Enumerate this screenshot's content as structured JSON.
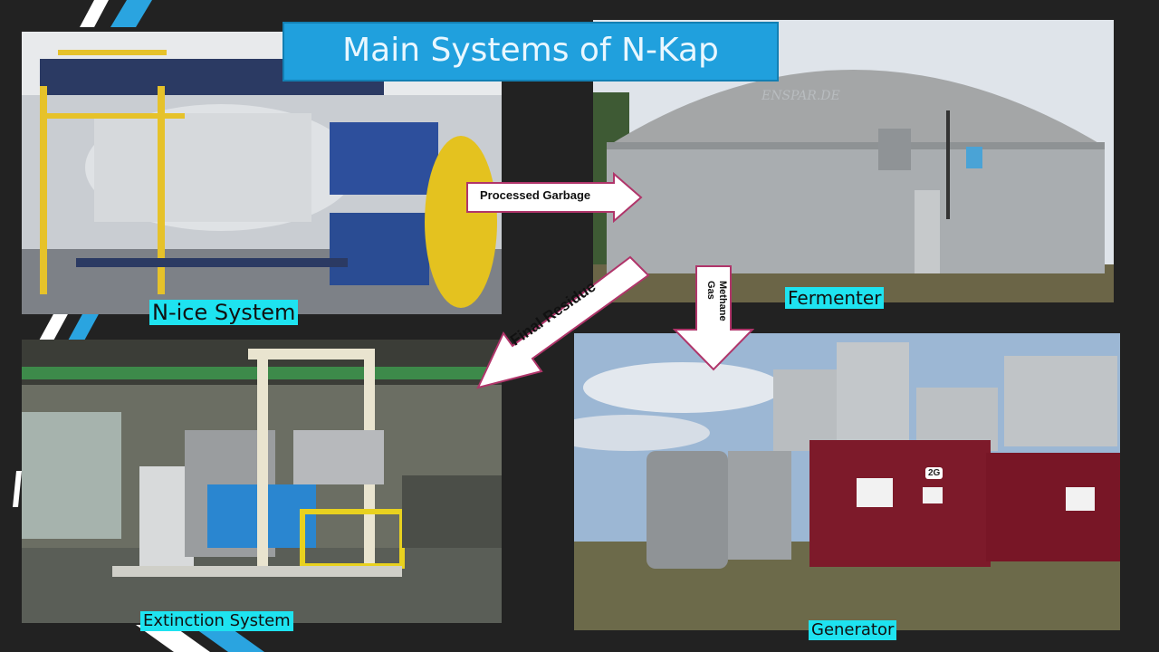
{
  "title": "Main Systems of N-Kap",
  "photos": {
    "nice": {
      "caption": "N-ice System"
    },
    "fermenter": {
      "caption": "Fermenter",
      "sign": "ENSPAR.DE"
    },
    "extinction": {
      "caption": "Extinction System"
    },
    "generator": {
      "caption": "Generator",
      "unit_label": "2G"
    }
  },
  "flows": {
    "processed_garbage": "Processed Garbage",
    "methane_gas": "Methane Gas",
    "final_residue": "Final Residue"
  },
  "colors": {
    "background": "#222222",
    "caption_bg": "#1ee3f0",
    "title_bg": "#20a0dd",
    "accent_stripe": "#2aa4e0",
    "arrow_border": "#b0356a"
  },
  "icons": [
    "right-arrow-icon",
    "down-arrow-icon",
    "down-left-arrow-icon"
  ]
}
